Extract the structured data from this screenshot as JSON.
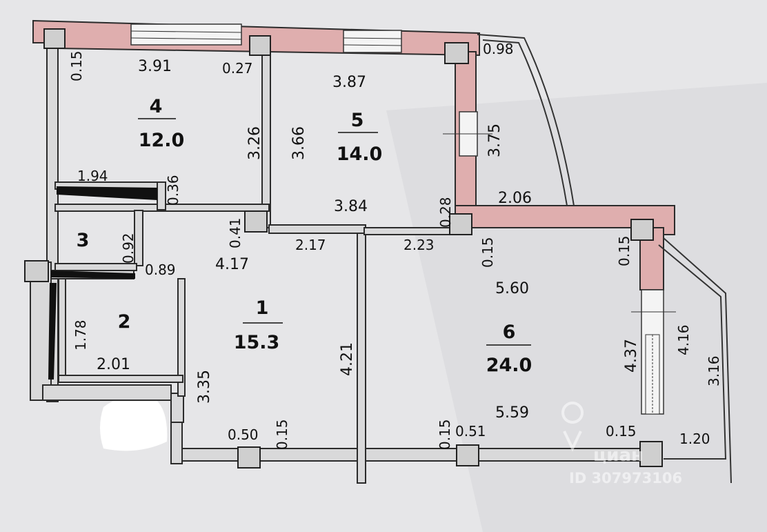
{
  "rooms": [
    {
      "number": "1",
      "area": "15.3"
    },
    {
      "number": "2",
      "area": ""
    },
    {
      "number": "3",
      "area": ""
    },
    {
      "number": "4",
      "area": "12.0"
    },
    {
      "number": "5",
      "area": "14.0"
    },
    {
      "number": "6",
      "area": "24.0"
    }
  ],
  "dimensions": {
    "r4_top": "3.91",
    "r4_left_wall": "0.15",
    "r4_col": "0.27",
    "r4_height": "3.26",
    "r4_bottom": "1.94",
    "r4_wall_bottom": "0.36",
    "r5_top": "3.87",
    "r5_left": "3.66",
    "r5_right": "3.75",
    "r5_bottom": "3.84",
    "r5_wall": "0.28",
    "balcony_top": "0.98",
    "balcony_width": "2.06",
    "r3_dim": "0.92",
    "r1_col": "0.41",
    "r1_top": "4.17",
    "r1_door": "2.17",
    "r1_height": "4.21",
    "r1_left": "3.35",
    "r1_bottom_wall": "0.50",
    "r1_bottom_wall2": "0.15",
    "r2_top": "0.89",
    "r2_height": "1.78",
    "r2_width": "2.01",
    "r6_door": "2.23",
    "r6_left_wall": "0.15",
    "r6_right_wall": "0.15",
    "r6_top": "5.60",
    "r6_right": "4.37",
    "r6_bottom": "5.59",
    "r6_bottom_wall": "0.15",
    "r6_bottom_col": "0.51",
    "r6_corner": "0.15",
    "loggia_inner": "4.16",
    "loggia_outer": "3.16",
    "loggia_width": "1.20"
  },
  "watermark": {
    "brand": "циан",
    "id": "ID 307973106"
  },
  "colors": {
    "wall": "#dfaeae",
    "background": "#e6e6e8"
  }
}
